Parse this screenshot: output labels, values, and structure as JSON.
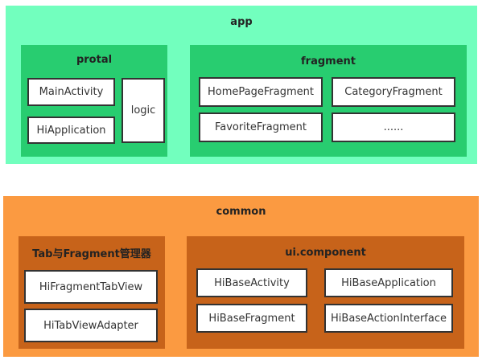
{
  "app": {
    "title": "app",
    "protal": {
      "title": "protal",
      "items": [
        "MainActivity",
        "HiApplication"
      ],
      "logic": "logic"
    },
    "fragment": {
      "title": "fragment",
      "items": [
        "HomePageFragment",
        "CategoryFragment",
        "FavoriteFragment",
        "......"
      ]
    }
  },
  "common": {
    "title": "common",
    "tab_manager": {
      "title": "Tab与Fragment管理器",
      "items": [
        "HiFragmentTabView",
        "HiTabViewAdapter"
      ]
    },
    "ui_component": {
      "title": "ui.component",
      "items": [
        "HiBaseActivity",
        "HiBaseApplication",
        "HiBaseFragment",
        "HiBaseActionInterface"
      ]
    }
  },
  "colors": {
    "app_layer": "#72ffbe",
    "app_group": "#28cd70",
    "common_layer": "#fb9a41",
    "common_group": "#c7631a",
    "box": "#ffffff",
    "border": "#333333"
  }
}
